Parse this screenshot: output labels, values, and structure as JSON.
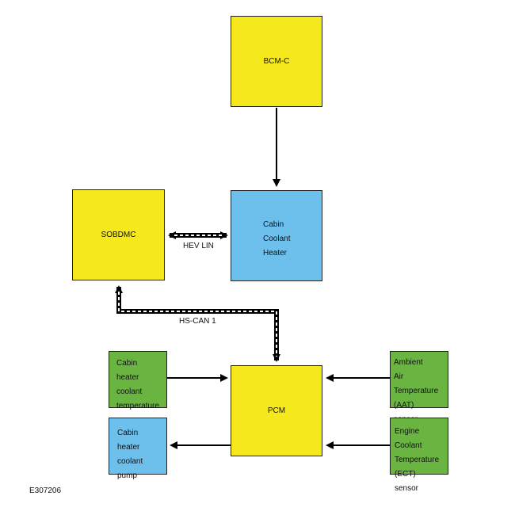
{
  "modules": {
    "bcm": {
      "label": "BCM-C",
      "color": "#f5e81c"
    },
    "sobdmc": {
      "label": "SOBDMC",
      "color": "#f5e81c"
    },
    "cabin_coolant_heater": {
      "label": "Cabin\nCoolant\nHeater",
      "color": "#6ec0ec"
    },
    "pcm": {
      "label": "PCM",
      "color": "#f5e81c"
    },
    "cabin_heater_coolant_temp_sensor": {
      "label": "Cabin\nheater\ncoolant\ntemperature\nsensor",
      "color": "#6ab541"
    },
    "cabin_heater_coolant_pump": {
      "label": "Cabin\nheater\ncoolant\npump",
      "color": "#6ec0ec"
    },
    "aat_sensor": {
      "label": " Ambient\n Air\n Temperature\n (AAT)\n sensor",
      "color": "#6ab541"
    },
    "ect_sensor": {
      "label": "Engine\nCoolant\nTemperature\n(ECT)\nsensor",
      "color": "#6ab541"
    }
  },
  "buses": {
    "hev_lin": "HEV LIN",
    "hs_can": "HS-CAN 1"
  },
  "figure_id": "E307206"
}
